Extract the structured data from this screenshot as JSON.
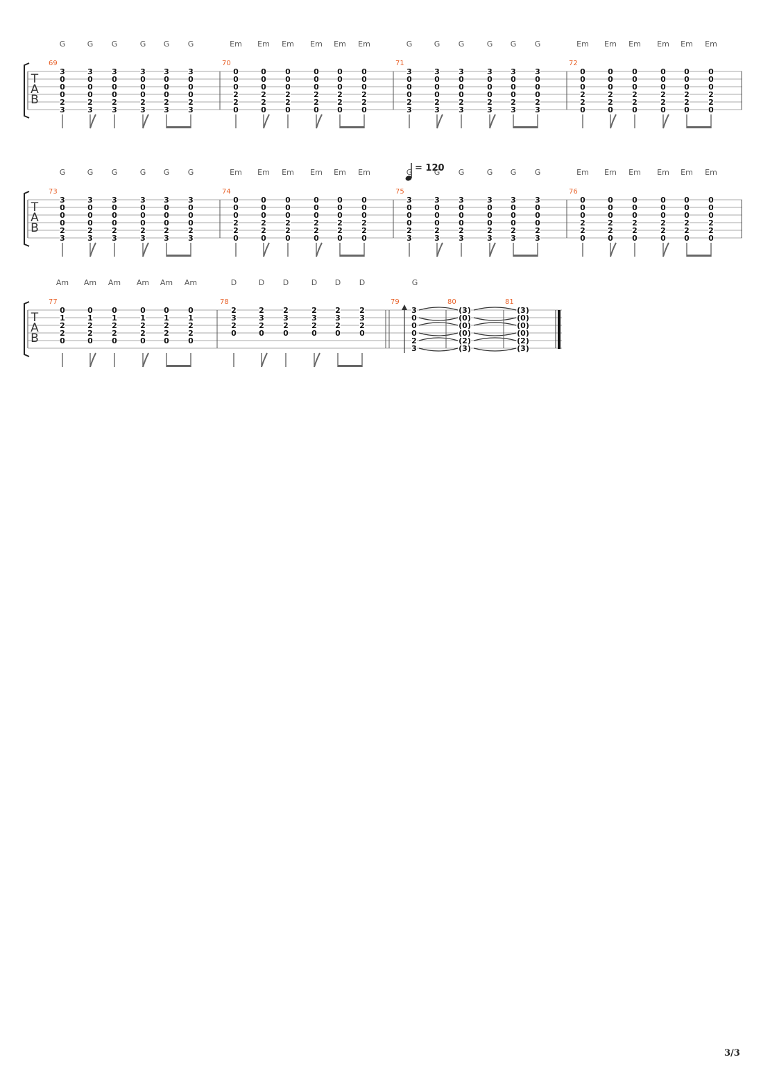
{
  "page_number": "3/3",
  "colors": {
    "measure_number": "#e8622a",
    "staff_line": "#aaaaaa",
    "fret_text": "#111111",
    "chord_text": "#555555"
  },
  "tab_clef": [
    "T",
    "A",
    "B"
  ],
  "tempo": {
    "value": "= 120",
    "note_icon": "quarter-note-icon"
  },
  "systems": [
    {
      "measures": [
        {
          "number": "69",
          "chord": "G",
          "frets": [
            "3",
            "0",
            "0",
            "0",
            "2",
            "3"
          ]
        },
        {
          "number": "70",
          "chord": "Em",
          "frets": [
            "0",
            "0",
            "0",
            "2",
            "2",
            "0"
          ]
        },
        {
          "number": "71",
          "chord": "G",
          "frets": [
            "3",
            "0",
            "0",
            "0",
            "2",
            "3"
          ]
        },
        {
          "number": "72",
          "chord": "Em",
          "frets": [
            "0",
            "0",
            "0",
            "2",
            "2",
            "0"
          ]
        }
      ]
    },
    {
      "measures": [
        {
          "number": "73",
          "chord": "G",
          "frets": [
            "3",
            "0",
            "0",
            "0",
            "2",
            "3"
          ]
        },
        {
          "number": "74",
          "chord": "Em",
          "frets": [
            "0",
            "0",
            "0",
            "2",
            "2",
            "0"
          ]
        },
        {
          "number": "75",
          "chord": "G",
          "frets": [
            "3",
            "0",
            "0",
            "0",
            "2",
            "3"
          ]
        },
        {
          "number": "76",
          "chord": "Em",
          "frets": [
            "0",
            "0",
            "0",
            "2",
            "2",
            "0"
          ]
        }
      ]
    },
    {
      "measures": [
        {
          "number": "77",
          "chord": "Am",
          "frets": [
            "0",
            "1",
            "2",
            "2",
            "0",
            ""
          ]
        },
        {
          "number": "78",
          "chord": "D",
          "frets": [
            "2",
            "3",
            "2",
            "0",
            "",
            ""
          ]
        }
      ],
      "ending": {
        "m79": {
          "number": "79",
          "chord": "G",
          "frets": [
            "3",
            "0",
            "0",
            "0",
            "2",
            "3"
          ]
        },
        "m80": {
          "number": "80",
          "frets": [
            "(3)",
            "(0)",
            "(0)",
            "(0)",
            "(2)",
            "(3)"
          ]
        },
        "m81": {
          "number": "81",
          "frets": [
            "(3)",
            "(0)",
            "(0)",
            "(0)",
            "(2)",
            "(3)"
          ]
        }
      }
    }
  ]
}
